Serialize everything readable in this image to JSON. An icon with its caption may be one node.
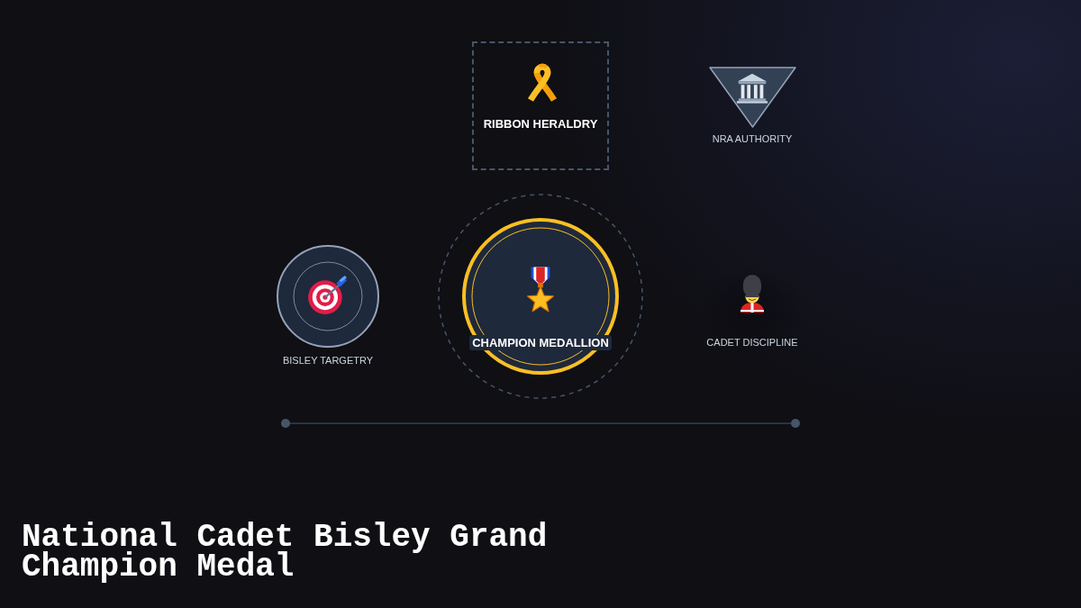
{
  "diagram": {
    "title": "National Cadet Bisley Grand Champion Medal",
    "nodes": [
      {
        "text": [
          "RIBBON HERALDRY"
        ]
      },
      {
        "text": [
          "NRA AUTHORITY"
        ]
      },
      {
        "text": [
          "BISLEY TARGETRY"
        ]
      },
      {
        "text": [
          "CHAMPION MEDALLION"
        ]
      },
      {
        "text": [
          "CADET DISCIPLINE"
        ]
      }
    ]
  }
}
